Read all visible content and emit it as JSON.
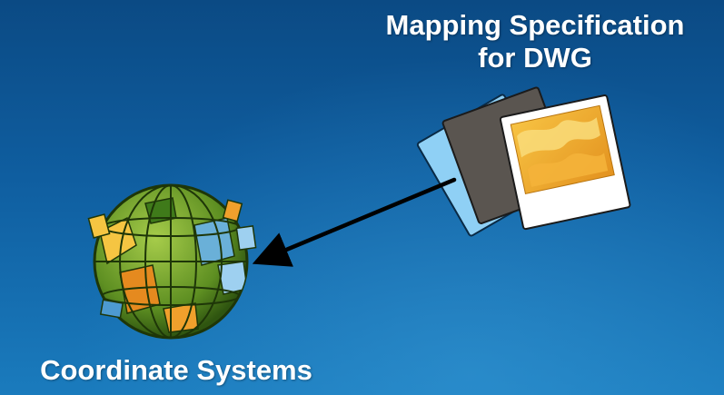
{
  "nodes": {
    "mapping_spec": {
      "line1": "Mapping Specification",
      "line2": "for DWG",
      "icon": "map-documents-icon"
    },
    "coordinate_systems": {
      "label": "Coordinate Systems",
      "icon": "globe-icon"
    }
  },
  "edge": {
    "from": "mapping_spec",
    "to": "coordinate_systems",
    "style": "black-arrow"
  },
  "colors": {
    "background_top": "#0b4a84",
    "background_bottom": "#1a7bbd",
    "text": "#ffffff",
    "arrow": "#000000",
    "globe_green": "#6b9a2a",
    "globe_orange": "#e58a1f",
    "globe_blue": "#8ec5e8"
  }
}
